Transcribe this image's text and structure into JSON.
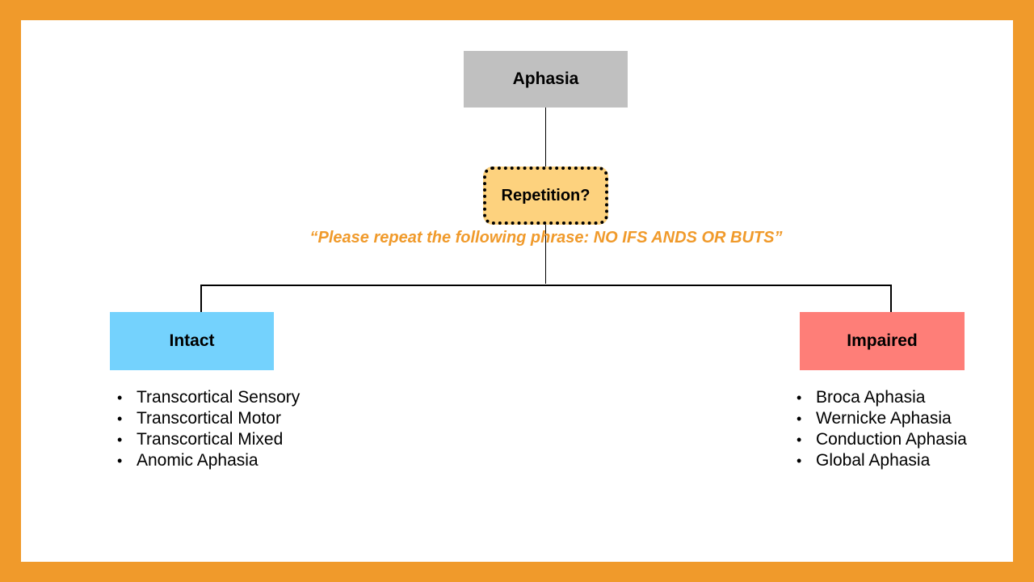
{
  "root": {
    "label": "Aphasia"
  },
  "question": {
    "label": "Repetition?"
  },
  "prompt": "“Please repeat the following phrase: NO IFS ANDS OR BUTS”",
  "branches": [
    {
      "label": "Intact",
      "color": "#74d2fd",
      "items": [
        "Transcortical Sensory",
        "Transcortical Motor",
        "Transcortical Mixed",
        "Anomic Aphasia"
      ]
    },
    {
      "label": "Impaired",
      "color": "#fe7e78",
      "items": [
        "Broca Aphasia",
        "Wernicke Aphasia",
        "Conduction Aphasia",
        "Global Aphasia"
      ]
    }
  ],
  "colors": {
    "frame": "#f09a2b",
    "root_fill": "#c0c0c0",
    "question_fill": "#fdd27e",
    "prompt_text": "#f09a2b"
  }
}
